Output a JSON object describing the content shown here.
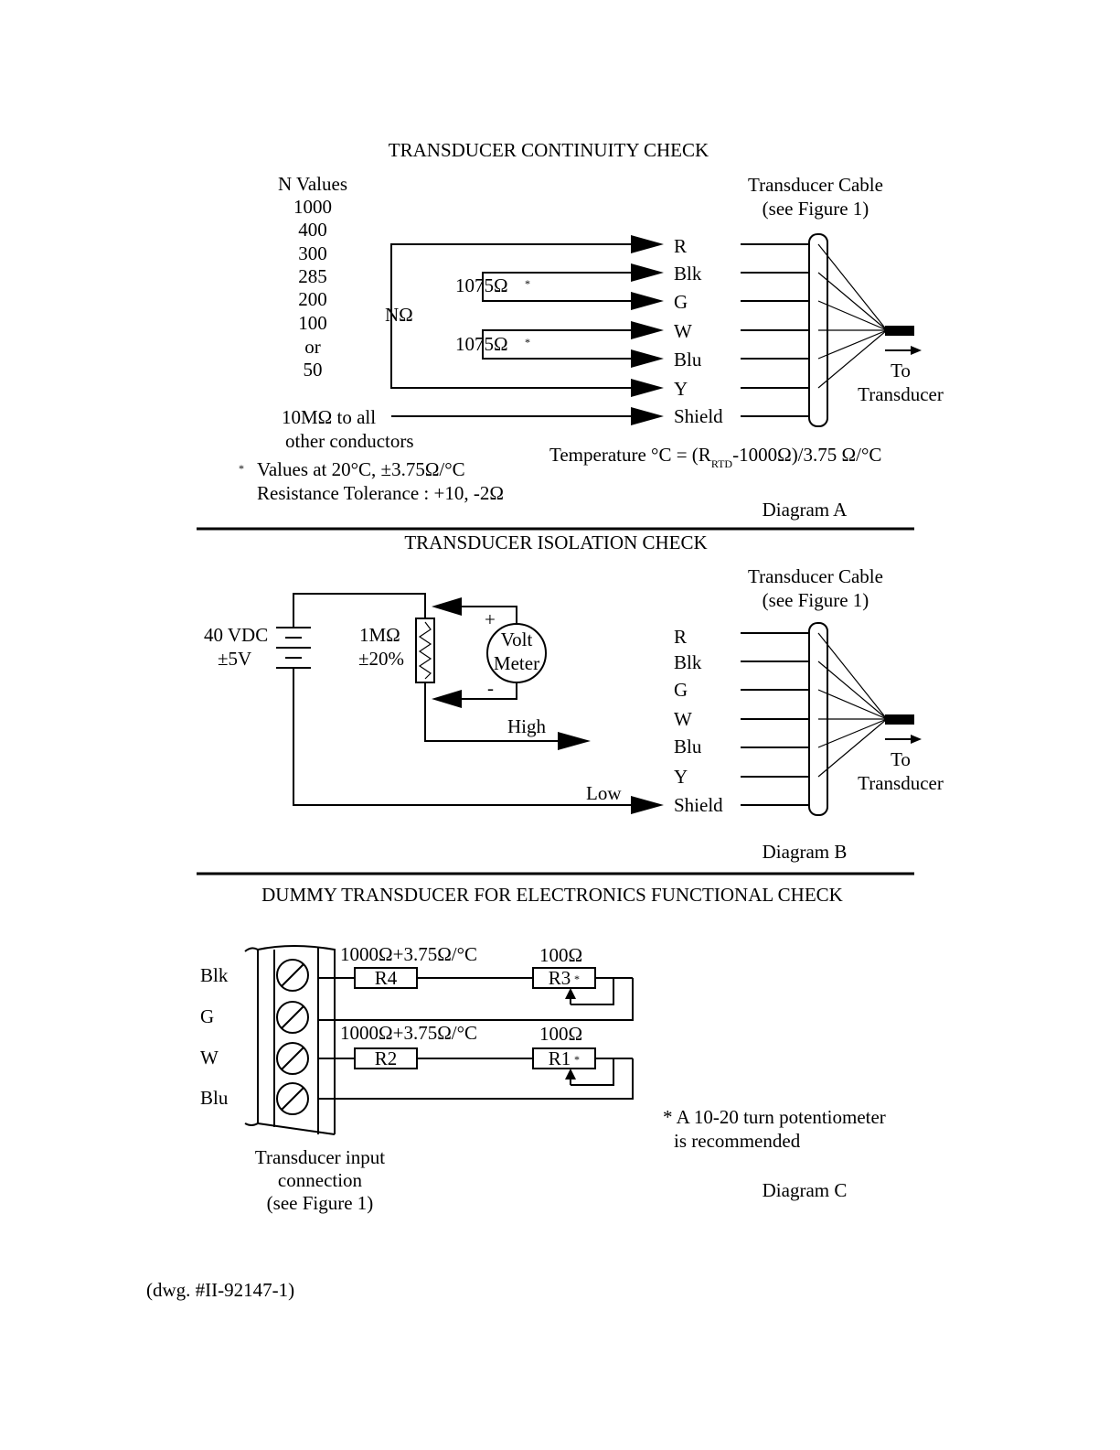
{
  "diagram_a": {
    "title": "TRANSDUCER CONTINUITY CHECK",
    "n_values_heading": "N Values",
    "n_values": [
      "1000",
      "400",
      "300",
      "285",
      "200",
      "100",
      "or",
      "50"
    ],
    "n_ohm_label": "NΩ",
    "res_1": "1075Ω",
    "res_1_mark": "*",
    "res_2": "1075Ω",
    "res_2_mark": "*",
    "wires": [
      "R",
      "Blk",
      "G",
      "W",
      "Blu",
      "Y",
      "Shield"
    ],
    "cable_label_1": "Transducer Cable",
    "cable_label_2": "(see Figure 1)",
    "to_label": "To",
    "transducer_label": "Transducer",
    "insulation_1": "10MΩ to all",
    "insulation_2": "other conductors",
    "note_mark": "*",
    "note_1": "Values at 20°C, ±3.75Ω/°C",
    "note_2": "Resistance Tolerance : +10, -2Ω",
    "formula_a": "Temperature °C = (R",
    "formula_sub": "RTD",
    "formula_b": "-1000Ω)/3.75 Ω/°C",
    "label": "Diagram A"
  },
  "diagram_b": {
    "title": "TRANSDUCER ISOLATION CHECK",
    "battery_1": "40 VDC",
    "battery_2": "±5V",
    "resistor_1": "1MΩ",
    "resistor_2": "±20%",
    "plus": "+",
    "minus": "-",
    "meter_1": "Volt",
    "meter_2": "Meter",
    "high": "High",
    "low": "Low",
    "wires": [
      "R",
      "Blk",
      "G",
      "W",
      "Blu",
      "Y",
      "Shield"
    ],
    "cable_label_1": "Transducer Cable",
    "cable_label_2": "(see Figure 1)",
    "to_label": "To",
    "transducer_label": "Transducer",
    "label": "Diagram B"
  },
  "diagram_c": {
    "title": "DUMMY TRANSDUCER FOR ELECTRONICS FUNCTIONAL CHECK",
    "terminals": [
      "Blk",
      "G",
      "W",
      "Blu"
    ],
    "r4_value": "1000Ω+3.75Ω/°C",
    "r4": "R4",
    "r3_value": "100Ω",
    "r3": "R3",
    "r3_mark": "*",
    "r2_value": "1000Ω+3.75Ω/°C",
    "r2": "R2",
    "r1_value": "100Ω",
    "r1": "R1",
    "r1_mark": "*",
    "note_1": "* A 10-20 turn potentiometer",
    "note_2": "is recommended",
    "input_1": "Transducer input",
    "input_2": "connection",
    "input_3": "(see Figure 1)",
    "label": "Diagram C"
  },
  "drawing_number": "(dwg. #II-92147-1)"
}
